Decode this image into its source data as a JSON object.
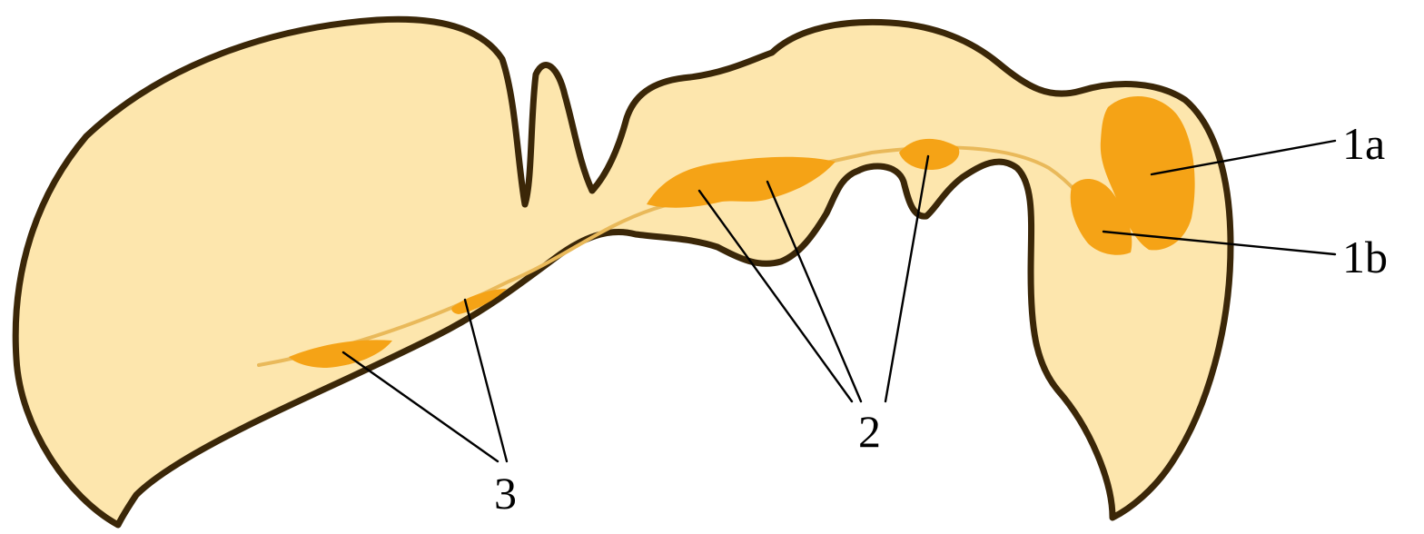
{
  "colors": {
    "background": "#ffffff",
    "tissue_fill": "#fde6ad",
    "outline": "#3b2708",
    "nucleus_fill": "#f5a316",
    "fissure": "#e9b95a",
    "leader_line": "#000000"
  },
  "labels": {
    "l1a": "1a",
    "l1b": "1b",
    "l2": "2",
    "l3": "3"
  }
}
